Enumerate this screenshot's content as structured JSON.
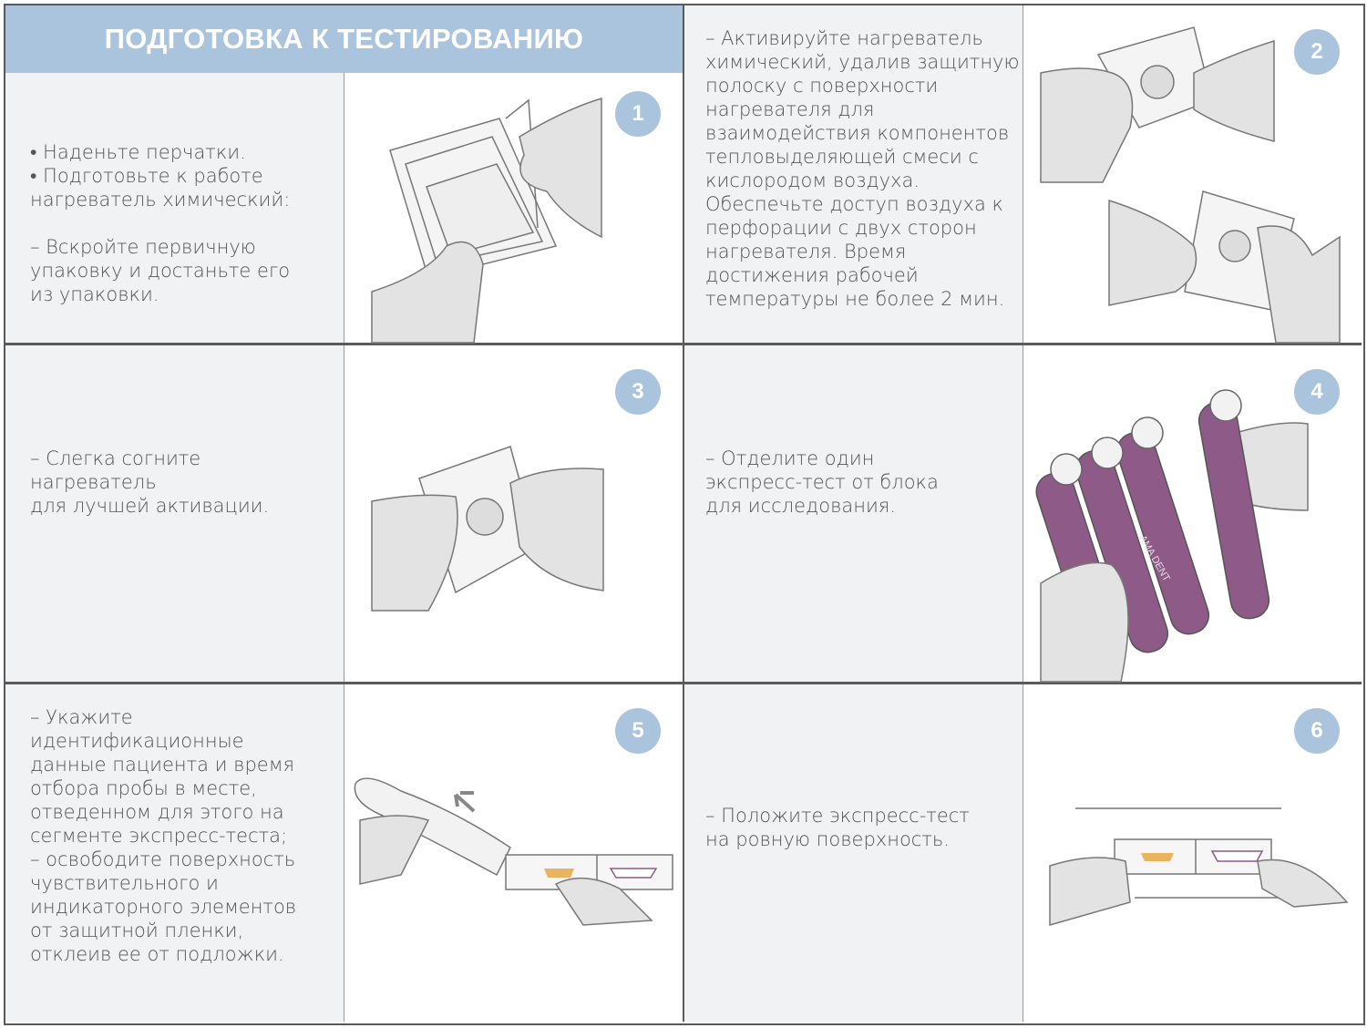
{
  "header": {
    "title": "ПОДГОТОВКА К ТЕСТИРОВАНИЮ"
  },
  "colors": {
    "accent": "#a9c4dc",
    "text_panel": "#f1f2f4",
    "border": "#5a5a5a",
    "strip": "#8e5a87",
    "indicator": "#e8b460"
  },
  "steps": [
    {
      "number": "1",
      "text": "•   Наденьте перчатки.\n•   Подготовьте к работе\nнагреватель химический:\n\n– Вскройте первичную\nупаковку и достаньте его\nиз упаковки."
    },
    {
      "number": "2",
      "text": "– Активируйте нагреватель\nхимический, удалив защитную\nполоску с поверхности\nнагревателя для\nвзаимодействия компонентов\nтепловыделяющей смеси с\nкислородом воздуха.\nОбеспечьте доступ воздуха к\nперфорации с двух сторон\nнагревателя. Время\nдостижения рабочей\nтемпературы не более 2 мин."
    },
    {
      "number": "3",
      "text": "– Слегка согните\nнагреватель\nдля лучшей активации."
    },
    {
      "number": "4",
      "text": "– Отделите один\nэкспресс-тест от блока\nдля исследования.",
      "strip_label": "AMA DENT"
    },
    {
      "number": "5",
      "text": "– Укажите\nидентификационные\nданные пациента и время\nотбора пробы в месте,\nотведенном для этого на\nсегменте экспресс-теста;\n– освободите поверхность\nчувствительного и\nиндикаторного элементов\nот защитной пленки,\nотклеив ее от подложки."
    },
    {
      "number": "6",
      "text": "– Положите экспресс-тест\nна ровную поверхность."
    }
  ]
}
